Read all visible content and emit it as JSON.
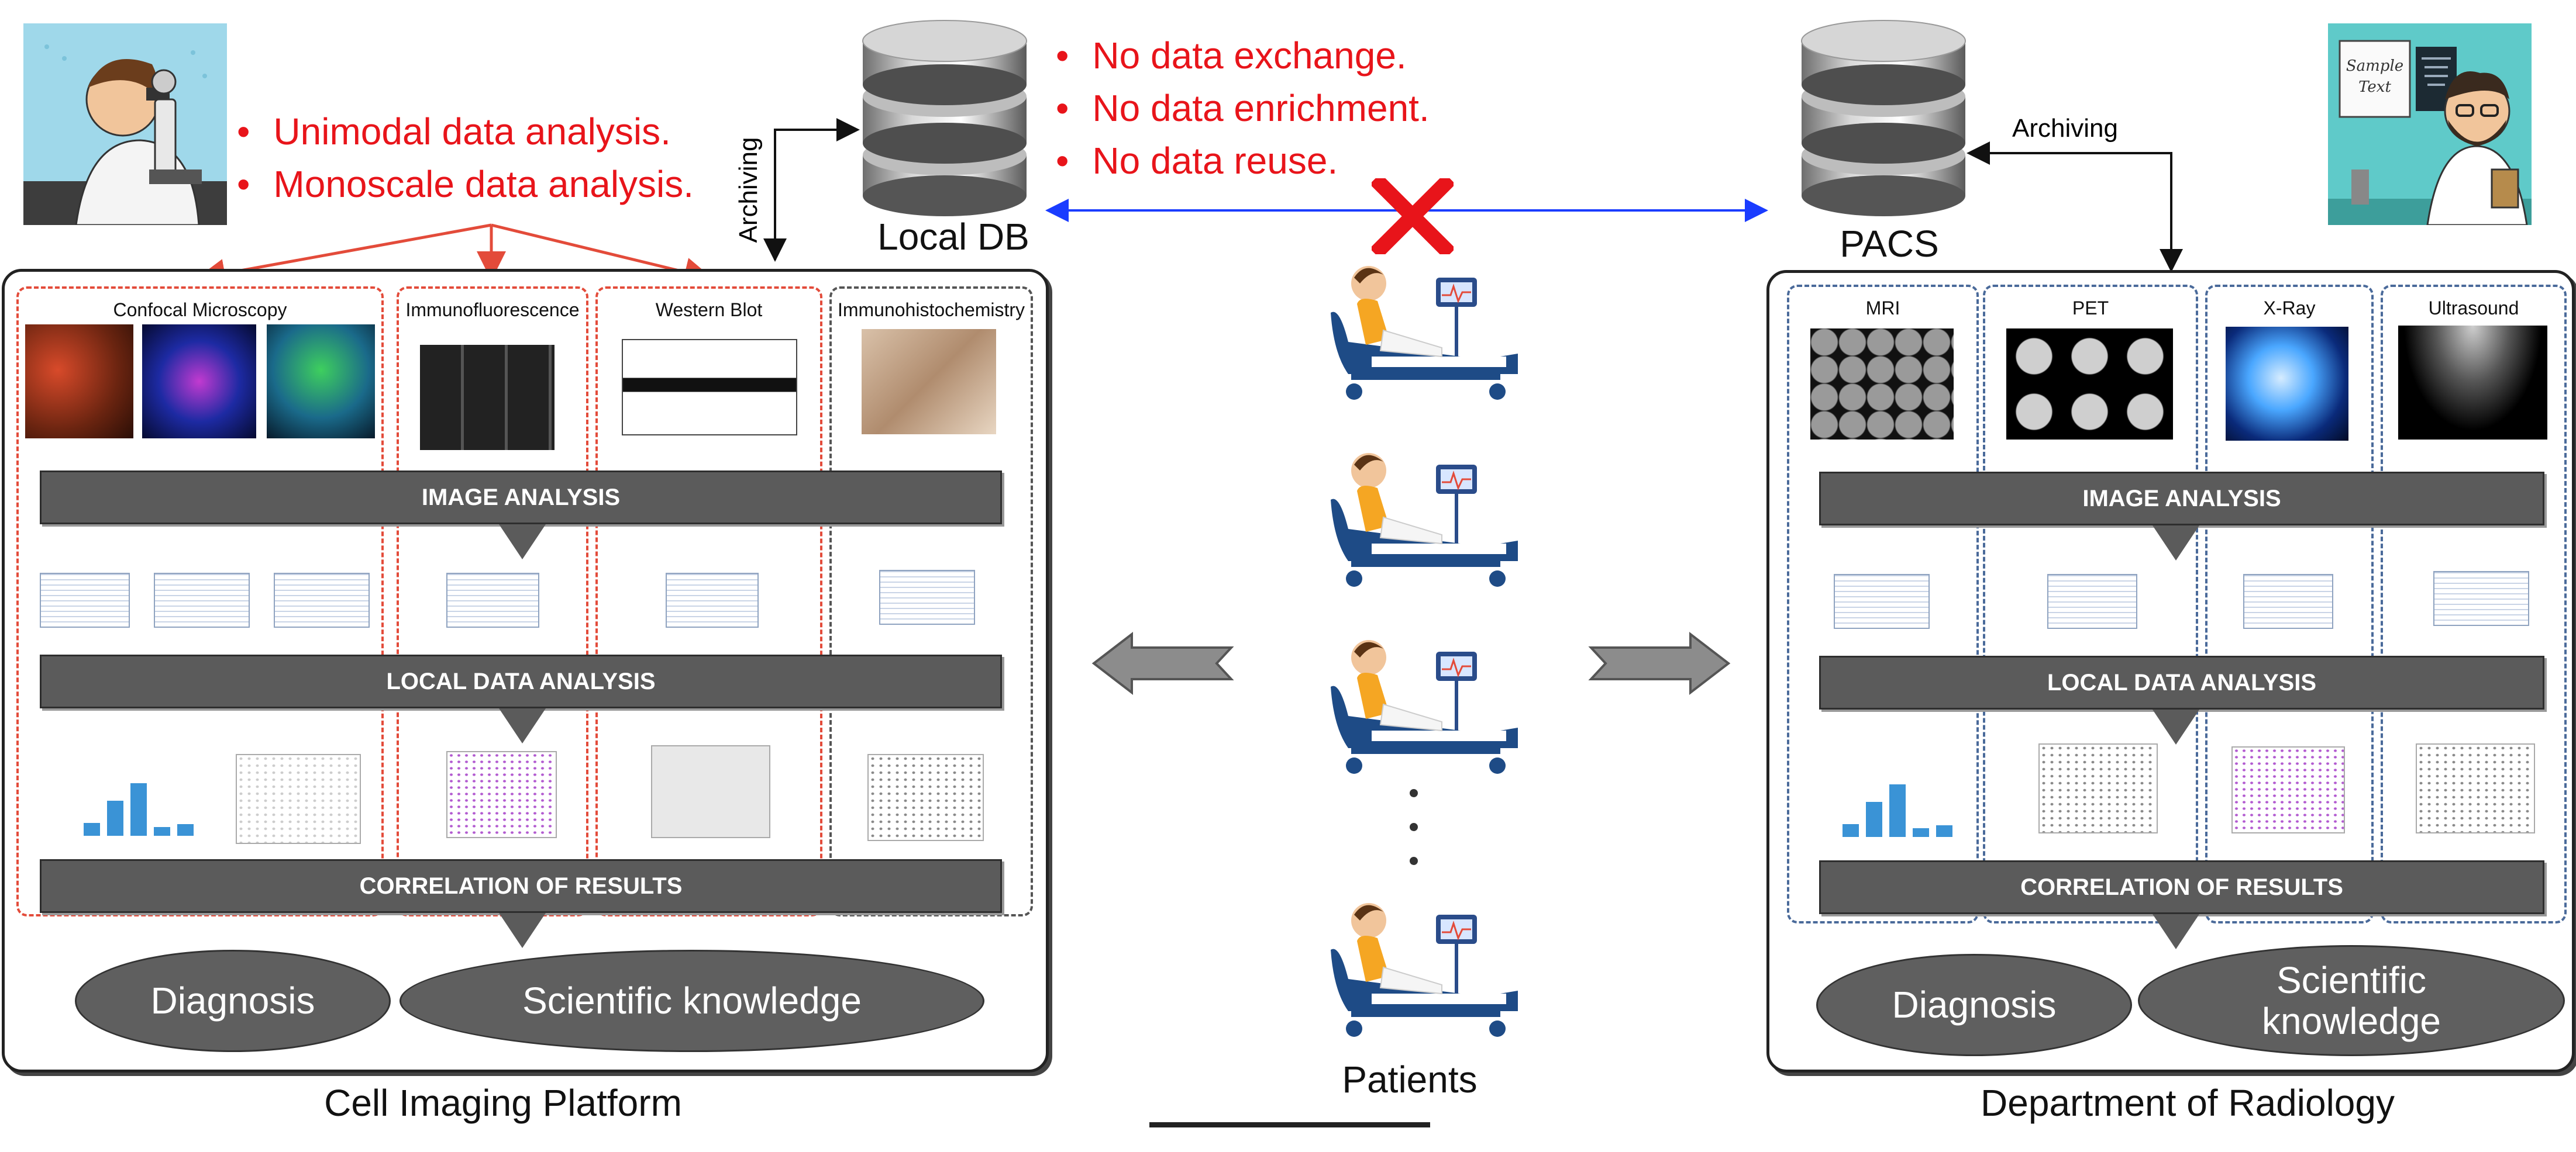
{
  "left_bullets": [
    "Unimodal data analysis.",
    "Monoscale data analysis."
  ],
  "center_bullets": [
    "No data exchange.",
    "No data enrichment.",
    "No data reuse."
  ],
  "archiving_left": "Archiving",
  "archiving_right": "Archiving",
  "local_db_label": "Local DB",
  "pacs_label": "PACS",
  "patients_label": "Patients",
  "sample_board_text": "Sample Text",
  "left_panel": {
    "title": "Cell Imaging Platform",
    "columns": [
      "Confocal Microscopy",
      "Immunofluorescence",
      "Western Blot",
      "Immunohistochemistry"
    ],
    "bar_image_analysis": "IMAGE ANALYSIS",
    "bar_local_data": "LOCAL DATA ANALYSIS",
    "bar_correlation": "CORRELATION OF RESULTS",
    "outcome_1": "Diagnosis",
    "outcome_2": "Scientific knowledge"
  },
  "right_panel": {
    "title": "Department of Radiology",
    "columns": [
      "MRI",
      "PET",
      "X-Ray",
      "Ultrasound"
    ],
    "bar_image_analysis": "IMAGE ANALYSIS",
    "bar_local_data": "LOCAL DATA ANALYSIS",
    "bar_correlation": "CORRELATION OF RESULTS",
    "outcome_1": "Diagnosis",
    "outcome_2": "Scientific knowledge"
  },
  "colors": {
    "red": "#e8141a",
    "blue": "#1a3cff",
    "bar": "#5b5b5b",
    "dash_red": "#e34b3a"
  },
  "icons": [
    "scientist-icon",
    "doctor-icon",
    "database-icon",
    "patient-bed-icon",
    "cross-icon",
    "arrow-left-icon",
    "arrow-right-icon"
  ]
}
